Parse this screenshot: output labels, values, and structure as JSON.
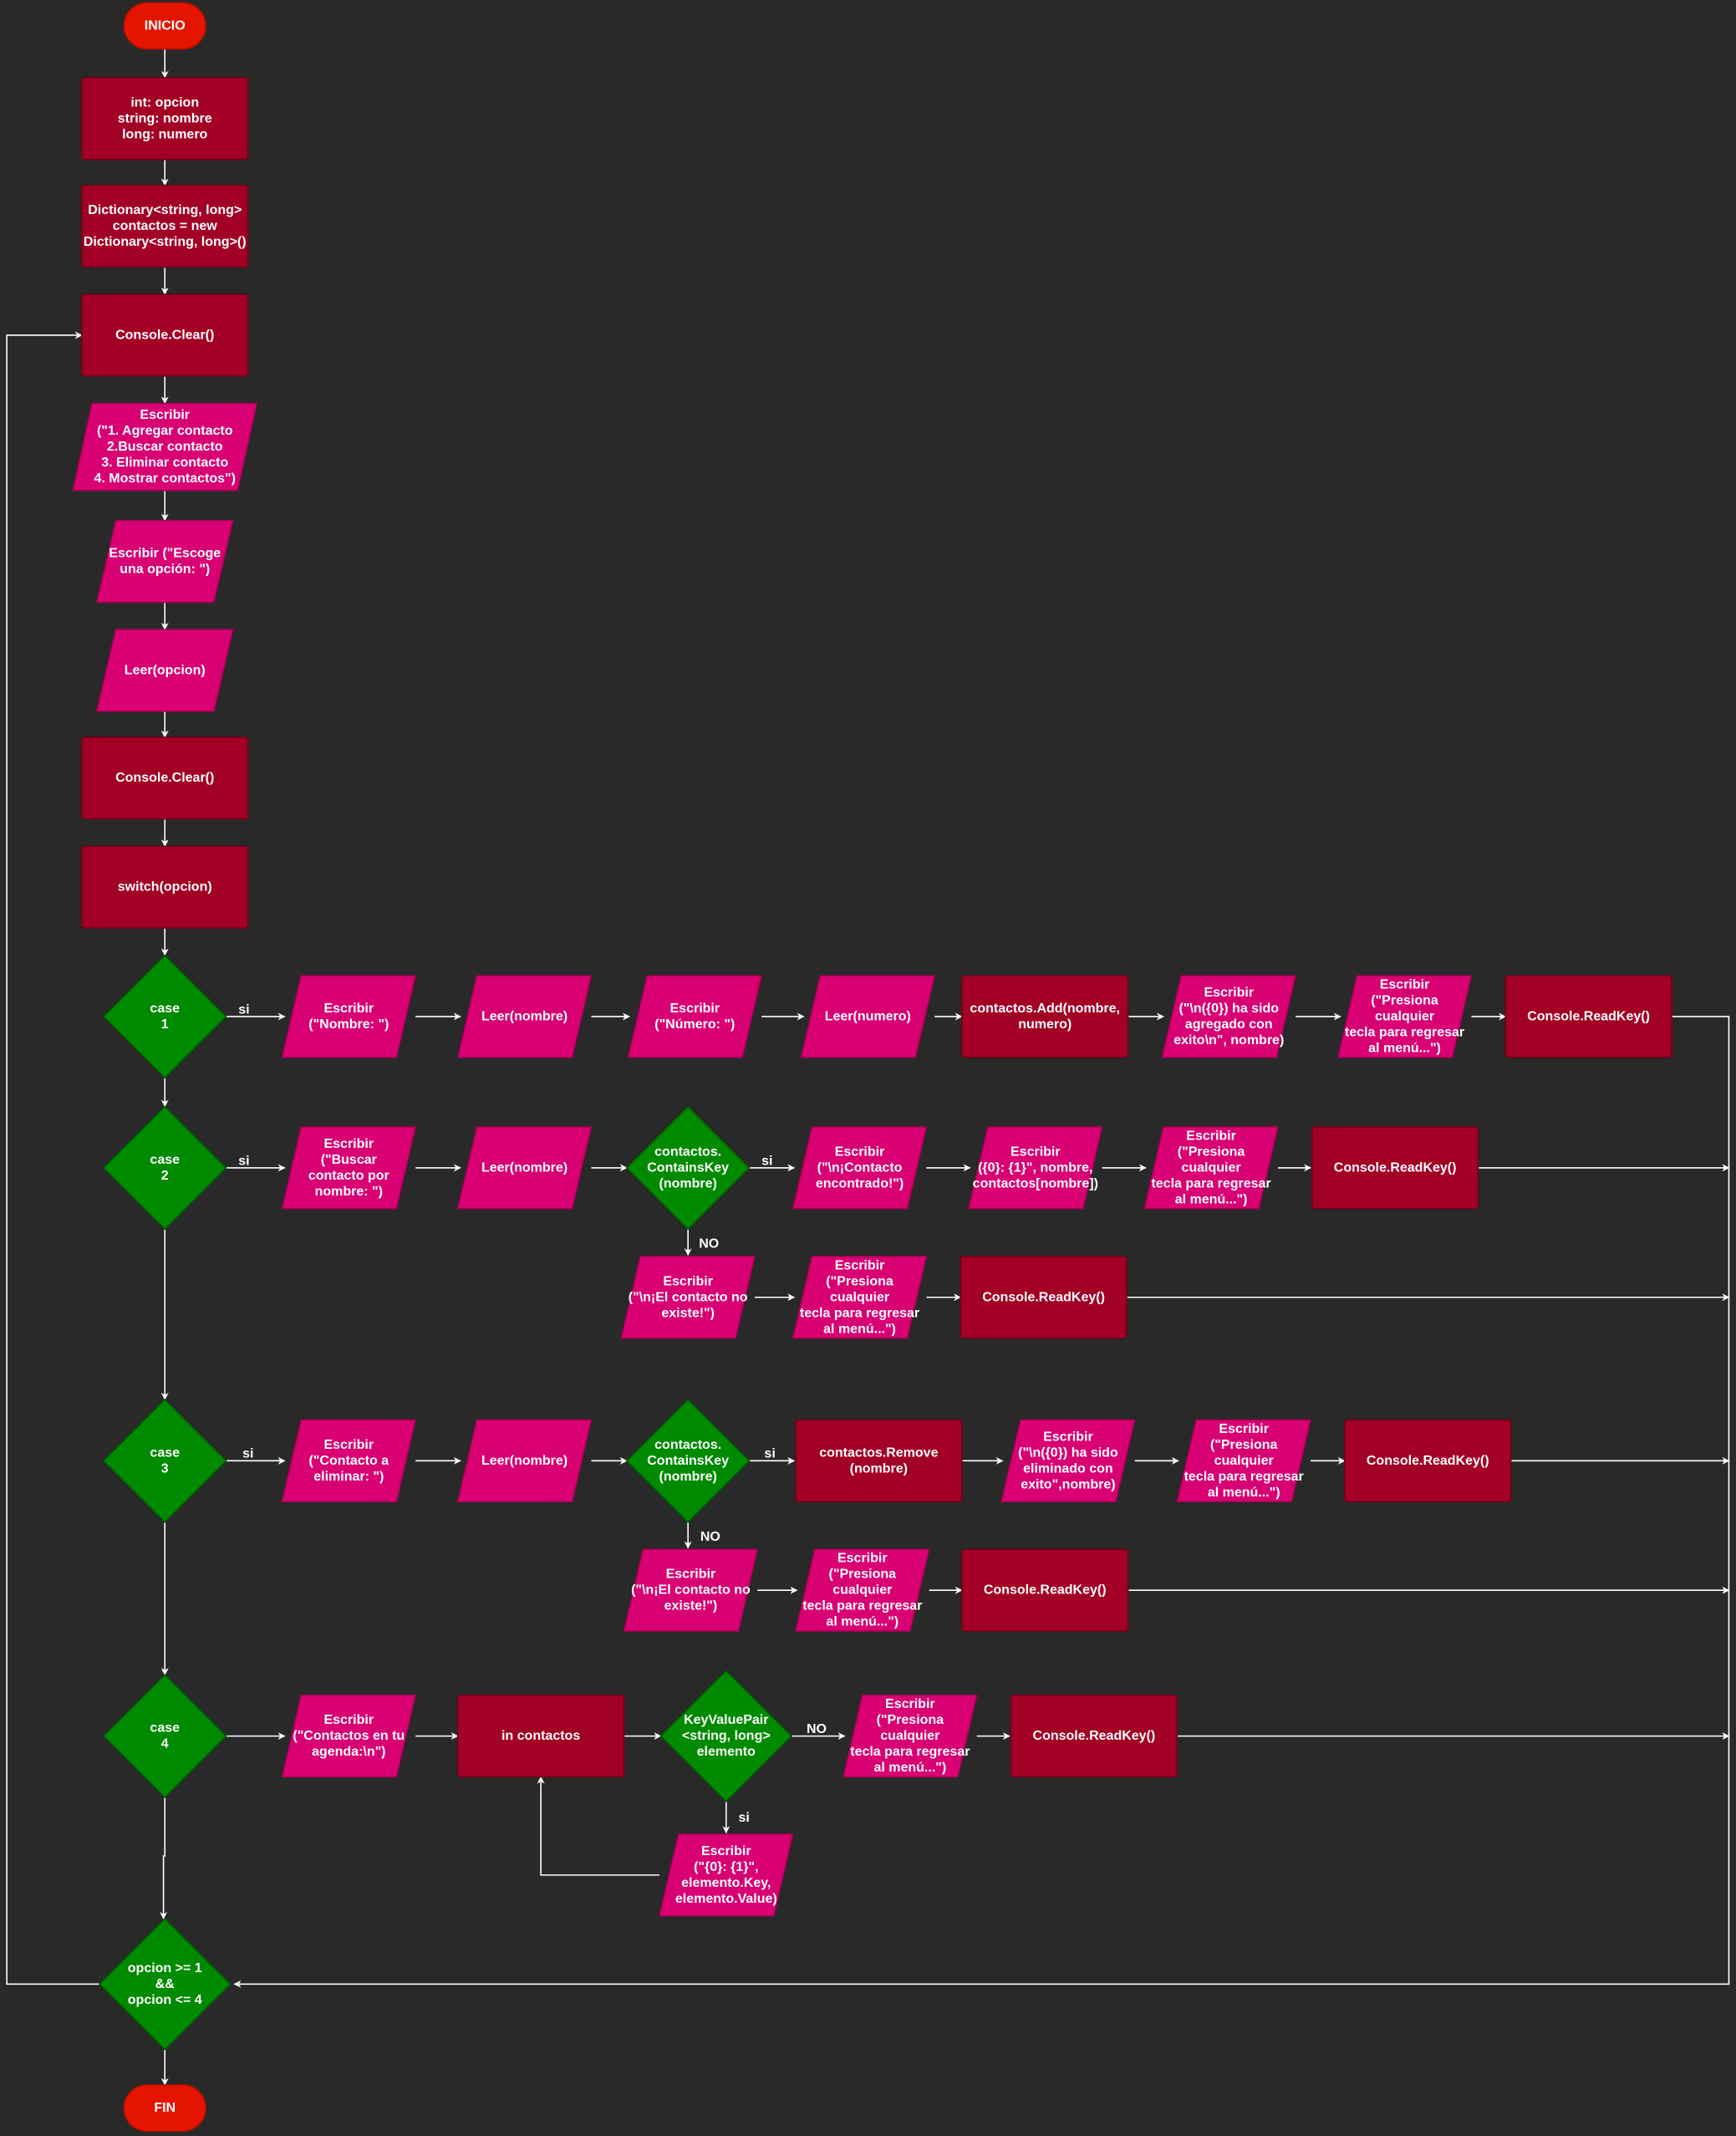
{
  "colors": {
    "background": "#292929",
    "terminator": "#e51400",
    "process": "#a20025",
    "io": "#d80073",
    "decision": "#008a00",
    "edge": "#ffffff"
  },
  "nodes": [
    {
      "id": "inicio",
      "shape": "terminator",
      "lines": [
        "INICIO"
      ]
    },
    {
      "id": "decl-vars",
      "shape": "process",
      "lines": [
        "int: opcion",
        "string: nombre",
        "long: numero"
      ]
    },
    {
      "id": "decl-dict",
      "shape": "process",
      "lines": [
        "Dictionary<string, long>",
        "contactos = new",
        "Dictionary<string, long>()"
      ]
    },
    {
      "id": "clear-1",
      "shape": "process",
      "lines": [
        "Console.Clear()"
      ]
    },
    {
      "id": "menu",
      "shape": "io",
      "lines": [
        "Escribir",
        "(\"1. Agregar contacto",
        "2.Buscar contacto",
        "3. Eliminar contacto",
        "4. Mostrar contactos\")"
      ]
    },
    {
      "id": "escoge",
      "shape": "io",
      "lines": [
        "Escribir (\"Escoge",
        "una opción: \")"
      ]
    },
    {
      "id": "leer-opcion",
      "shape": "io",
      "lines": [
        "Leer(opcion)"
      ]
    },
    {
      "id": "clear-2",
      "shape": "process",
      "lines": [
        "Console.Clear()"
      ]
    },
    {
      "id": "switch",
      "shape": "process",
      "lines": [
        "switch(opcion)"
      ]
    },
    {
      "id": "case1",
      "shape": "decision",
      "lines": [
        "case",
        "1"
      ]
    },
    {
      "id": "c1-nombre",
      "shape": "io",
      "lines": [
        "Escribir",
        "(\"Nombre: \")"
      ]
    },
    {
      "id": "c1-leer-nombre",
      "shape": "io",
      "lines": [
        "Leer(nombre)"
      ]
    },
    {
      "id": "c1-numero",
      "shape": "io",
      "lines": [
        "Escribir",
        "(\"Número: \")"
      ]
    },
    {
      "id": "c1-leer-numero",
      "shape": "io",
      "lines": [
        "Leer(numero)"
      ]
    },
    {
      "id": "c1-add",
      "shape": "process",
      "lines": [
        "contactos.Add(nombre,",
        "numero)"
      ]
    },
    {
      "id": "c1-agregado",
      "shape": "io",
      "lines": [
        "Escribir",
        "(\"\\n({0}) ha sido",
        "agregado con",
        "exito\\n\", nombre)"
      ]
    },
    {
      "id": "c1-presiona",
      "shape": "io",
      "lines": [
        "Escribir",
        "(\"Presiona",
        "cualquier",
        "tecla para regresar",
        "al menú...\")"
      ]
    },
    {
      "id": "c1-readkey",
      "shape": "process",
      "lines": [
        "Console.ReadKey()"
      ]
    },
    {
      "id": "case2",
      "shape": "decision",
      "lines": [
        "case",
        "2"
      ]
    },
    {
      "id": "c2-buscar",
      "shape": "io",
      "lines": [
        "Escribir",
        "(\"Buscar",
        "contacto por",
        "nombre: \")"
      ]
    },
    {
      "id": "c2-leer-nombre",
      "shape": "io",
      "lines": [
        "Leer(nombre)"
      ]
    },
    {
      "id": "c2-contains",
      "shape": "decision",
      "lines": [
        "contactos.",
        "ContainsKey",
        "(nombre)"
      ]
    },
    {
      "id": "c2-encontrado",
      "shape": "io",
      "lines": [
        "Escribir",
        "(\"\\n¡Contacto",
        "encontrado!\")"
      ]
    },
    {
      "id": "c2-mostrar",
      "shape": "io",
      "lines": [
        "Escribir",
        "({0}: {1}\", nombre,",
        "contactos[nombre])"
      ]
    },
    {
      "id": "c2-presiona",
      "shape": "io",
      "lines": [
        "Escribir",
        "(\"Presiona",
        "cualquier",
        "tecla para regresar",
        "al menú...\")"
      ]
    },
    {
      "id": "c2-readkey",
      "shape": "process",
      "lines": [
        "Console.ReadKey()"
      ]
    },
    {
      "id": "c2-noexiste",
      "shape": "io",
      "lines": [
        "Escribir",
        "(\"\\n¡El contacto no",
        "existe!\")"
      ]
    },
    {
      "id": "c2-presiona-no",
      "shape": "io",
      "lines": [
        "Escribir",
        "(\"Presiona",
        "cualquier",
        "tecla para regresar",
        "al menú...\")"
      ]
    },
    {
      "id": "c2-readkey-no",
      "shape": "process",
      "lines": [
        "Console.ReadKey()"
      ]
    },
    {
      "id": "case3",
      "shape": "decision",
      "lines": [
        "case",
        "3"
      ]
    },
    {
      "id": "c3-eliminar",
      "shape": "io",
      "lines": [
        "Escribir",
        "(\"Contacto a",
        "eliminar: \")"
      ]
    },
    {
      "id": "c3-leer-nombre",
      "shape": "io",
      "lines": [
        "Leer(nombre)"
      ]
    },
    {
      "id": "c3-contains",
      "shape": "decision",
      "lines": [
        "contactos.",
        "ContainsKey",
        "(nombre)"
      ]
    },
    {
      "id": "c3-remove",
      "shape": "process",
      "lines": [
        "contactos.Remove",
        "(nombre)"
      ]
    },
    {
      "id": "c3-eliminado",
      "shape": "io",
      "lines": [
        "Escribir",
        "(\"\\n({0}) ha sido",
        "eliminado con",
        "exito\",nombre)"
      ]
    },
    {
      "id": "c3-presiona",
      "shape": "io",
      "lines": [
        "Escribir",
        "(\"Presiona",
        "cualquier",
        "tecla para regresar",
        "al menú...\")"
      ]
    },
    {
      "id": "c3-readkey",
      "shape": "process",
      "lines": [
        "Console.ReadKey()"
      ]
    },
    {
      "id": "c3-noexiste",
      "shape": "io",
      "lines": [
        "Escribir",
        "(\"\\n¡El contacto no",
        "existe!\")"
      ]
    },
    {
      "id": "c3-presiona-no",
      "shape": "io",
      "lines": [
        "Escribir",
        "(\"Presiona",
        "cualquier",
        "tecla para regresar",
        "al menú...\")"
      ]
    },
    {
      "id": "c3-readkey-no",
      "shape": "process",
      "lines": [
        "Console.ReadKey()"
      ]
    },
    {
      "id": "case4",
      "shape": "decision",
      "lines": [
        "case",
        "4"
      ]
    },
    {
      "id": "c4-agenda",
      "shape": "io",
      "lines": [
        "Escribir",
        "(\"Contactos en tu",
        "agenda:\\n\")"
      ]
    },
    {
      "id": "c4-in",
      "shape": "process",
      "lines": [
        "in contactos"
      ]
    },
    {
      "id": "c4-kvp",
      "shape": "decision",
      "lines": [
        "KeyValuePair",
        "<string, long>",
        "elemento"
      ]
    },
    {
      "id": "c4-presiona",
      "shape": "io",
      "lines": [
        "Escribir",
        "(\"Presiona",
        "cualquier",
        "tecla para regresar",
        "al menú...\")"
      ]
    },
    {
      "id": "c4-readkey",
      "shape": "process",
      "lines": [
        "Console.ReadKey()"
      ]
    },
    {
      "id": "c4-elemento",
      "shape": "io",
      "lines": [
        "Escribir",
        "(\"{0}: {1}\",",
        "elemento.Key,",
        "elemento.Value)"
      ]
    },
    {
      "id": "loop-cond",
      "shape": "decision",
      "lines": [
        "opcion >= 1",
        "&&",
        "opcion <= 4"
      ]
    },
    {
      "id": "fin",
      "shape": "terminator",
      "lines": [
        "FIN"
      ]
    }
  ],
  "edge_labels": [
    {
      "id": "case1-si",
      "text": "si"
    },
    {
      "id": "case2-si",
      "text": "si"
    },
    {
      "id": "c2-si",
      "text": "si"
    },
    {
      "id": "c2-no",
      "text": "NO"
    },
    {
      "id": "case3-si",
      "text": "si"
    },
    {
      "id": "c3-si",
      "text": "si"
    },
    {
      "id": "c3-no",
      "text": "NO"
    },
    {
      "id": "c4-no",
      "text": "NO"
    },
    {
      "id": "c4-si",
      "text": "si"
    }
  ]
}
